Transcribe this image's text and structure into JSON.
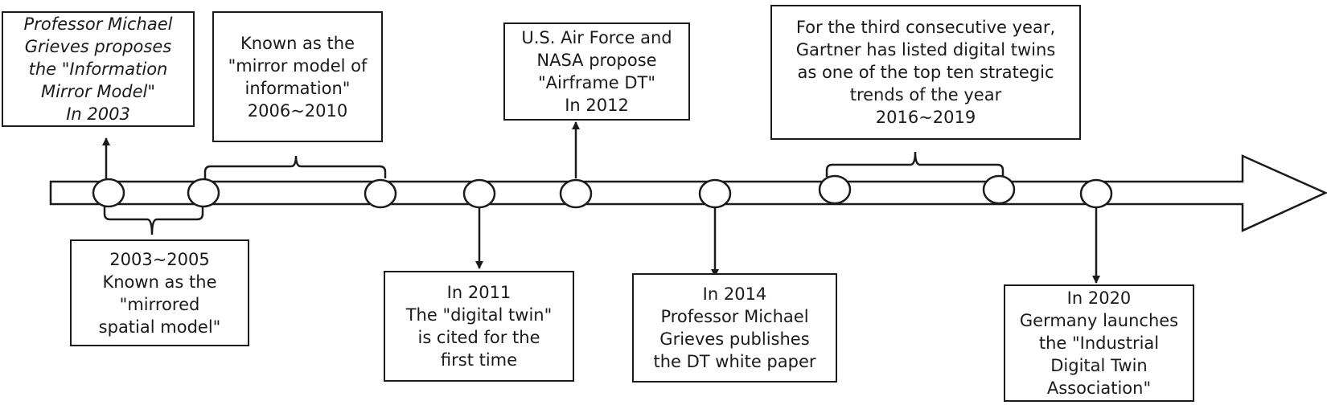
{
  "events": [
    {
      "id": "e2003",
      "italic": true,
      "text": "Professor Michael\nGrieves proposes\nthe \"Information\nMirror Model\"\nIn 2003"
    },
    {
      "id": "e2006",
      "italic": false,
      "text": "Known as the\n\"mirror model of\ninformation\"\n2006~2010"
    },
    {
      "id": "e2003b",
      "italic": false,
      "text": "2003~2005\nKnown as the\n\"mirrored\nspatial model\""
    },
    {
      "id": "e2011",
      "italic": false,
      "text": "In 2011\nThe \"digital twin\"\nis cited for the\nfirst time"
    },
    {
      "id": "e2012",
      "italic": false,
      "text": "U.S. Air Force and\nNASA propose\n\"Airframe DT\"\nIn 2012"
    },
    {
      "id": "e2014",
      "italic": false,
      "text": "In 2014\nProfessor Michael\nGrieves publishes\nthe DT white paper"
    },
    {
      "id": "e2016",
      "italic": false,
      "text": "For the third consecutive year,\nGartner has listed digital twins\nas one of the top ten strategic\ntrends of the year\n2016~2019"
    },
    {
      "id": "e2020",
      "italic": false,
      "text": "In 2020\nGermany launches\nthe \"Industrial\nDigital Twin\nAssociation\""
    }
  ],
  "colors": {
    "line": "#1a1a1a",
    "fill": "#ffffff"
  }
}
